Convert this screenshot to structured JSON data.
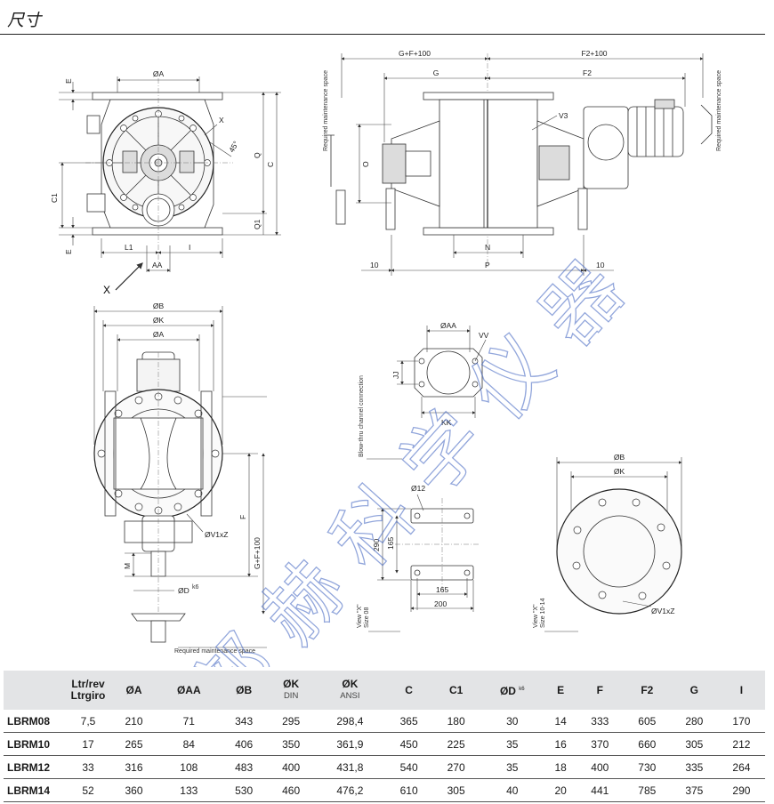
{
  "page": {
    "title": "尺寸"
  },
  "drawing": {
    "front_view": {
      "labels": [
        "E",
        "ØA",
        "X",
        "45°",
        "Q",
        "C",
        "C1",
        "Q1",
        "E",
        "L1",
        "I",
        "AA",
        "X"
      ]
    },
    "side_view": {
      "labels": [
        "G+F+100",
        "F2+100",
        "G",
        "F2",
        "V3",
        "O",
        "N",
        "P",
        "10",
        "10"
      ],
      "maintenance_left": "Required maintenance space",
      "maintenance_right": "Required maintenance space"
    },
    "bottom_view": {
      "labels": [
        "ØB",
        "ØK",
        "ØA",
        "ØV1xZ",
        "F",
        "G+F+100",
        "M",
        "ØD"
      ],
      "od_superscript": "k6",
      "maintenance": "Required maintenance space"
    },
    "blowthru": {
      "labels": [
        "ØAA",
        "VV",
        "JJ",
        "KK"
      ],
      "caption": "Blow-thru channel connection"
    },
    "view_x_08": {
      "labels": [
        "Ø12",
        "290",
        "165",
        "165",
        "200"
      ],
      "caption1": "View \"X\"",
      "caption2": "Size 08"
    },
    "view_x_10_14": {
      "labels": [
        "ØB",
        "ØK",
        "ØV1xZ"
      ],
      "caption1": "View \"X\"",
      "caption2": "Size 10-14"
    },
    "watermark": [
      "部",
      "赫",
      "科",
      "学",
      "仪",
      "器"
    ]
  },
  "table": {
    "headers": [
      {
        "main": "Ltr/rev",
        "sub2": "Ltrgiro"
      },
      {
        "main": "ØA"
      },
      {
        "main": "ØAA"
      },
      {
        "main": "ØB"
      },
      {
        "main": "ØK",
        "sub": "DIN"
      },
      {
        "main": "ØK",
        "sub": "ANSI"
      },
      {
        "main": "C"
      },
      {
        "main": "C1"
      },
      {
        "main": "ØD",
        "sup": "k6"
      },
      {
        "main": "E"
      },
      {
        "main": "F"
      },
      {
        "main": "F2"
      },
      {
        "main": "G"
      },
      {
        "main": "I"
      }
    ],
    "rows": [
      {
        "model": "LBRM08",
        "values": [
          "7,5",
          "210",
          "71",
          "343",
          "295",
          "298,4",
          "365",
          "180",
          "30",
          "14",
          "333",
          "605",
          "280",
          "170"
        ]
      },
      {
        "model": "LBRM10",
        "values": [
          "17",
          "265",
          "84",
          "406",
          "350",
          "361,9",
          "450",
          "225",
          "35",
          "16",
          "370",
          "660",
          "305",
          "212"
        ]
      },
      {
        "model": "LBRM12",
        "values": [
          "33",
          "316",
          "108",
          "483",
          "400",
          "431,8",
          "540",
          "270",
          "35",
          "18",
          "400",
          "730",
          "335",
          "264"
        ]
      },
      {
        "model": "LBRM14",
        "values": [
          "52",
          "360",
          "133",
          "530",
          "460",
          "476,2",
          "610",
          "305",
          "40",
          "20",
          "441",
          "785",
          "375",
          "290"
        ]
      }
    ]
  }
}
